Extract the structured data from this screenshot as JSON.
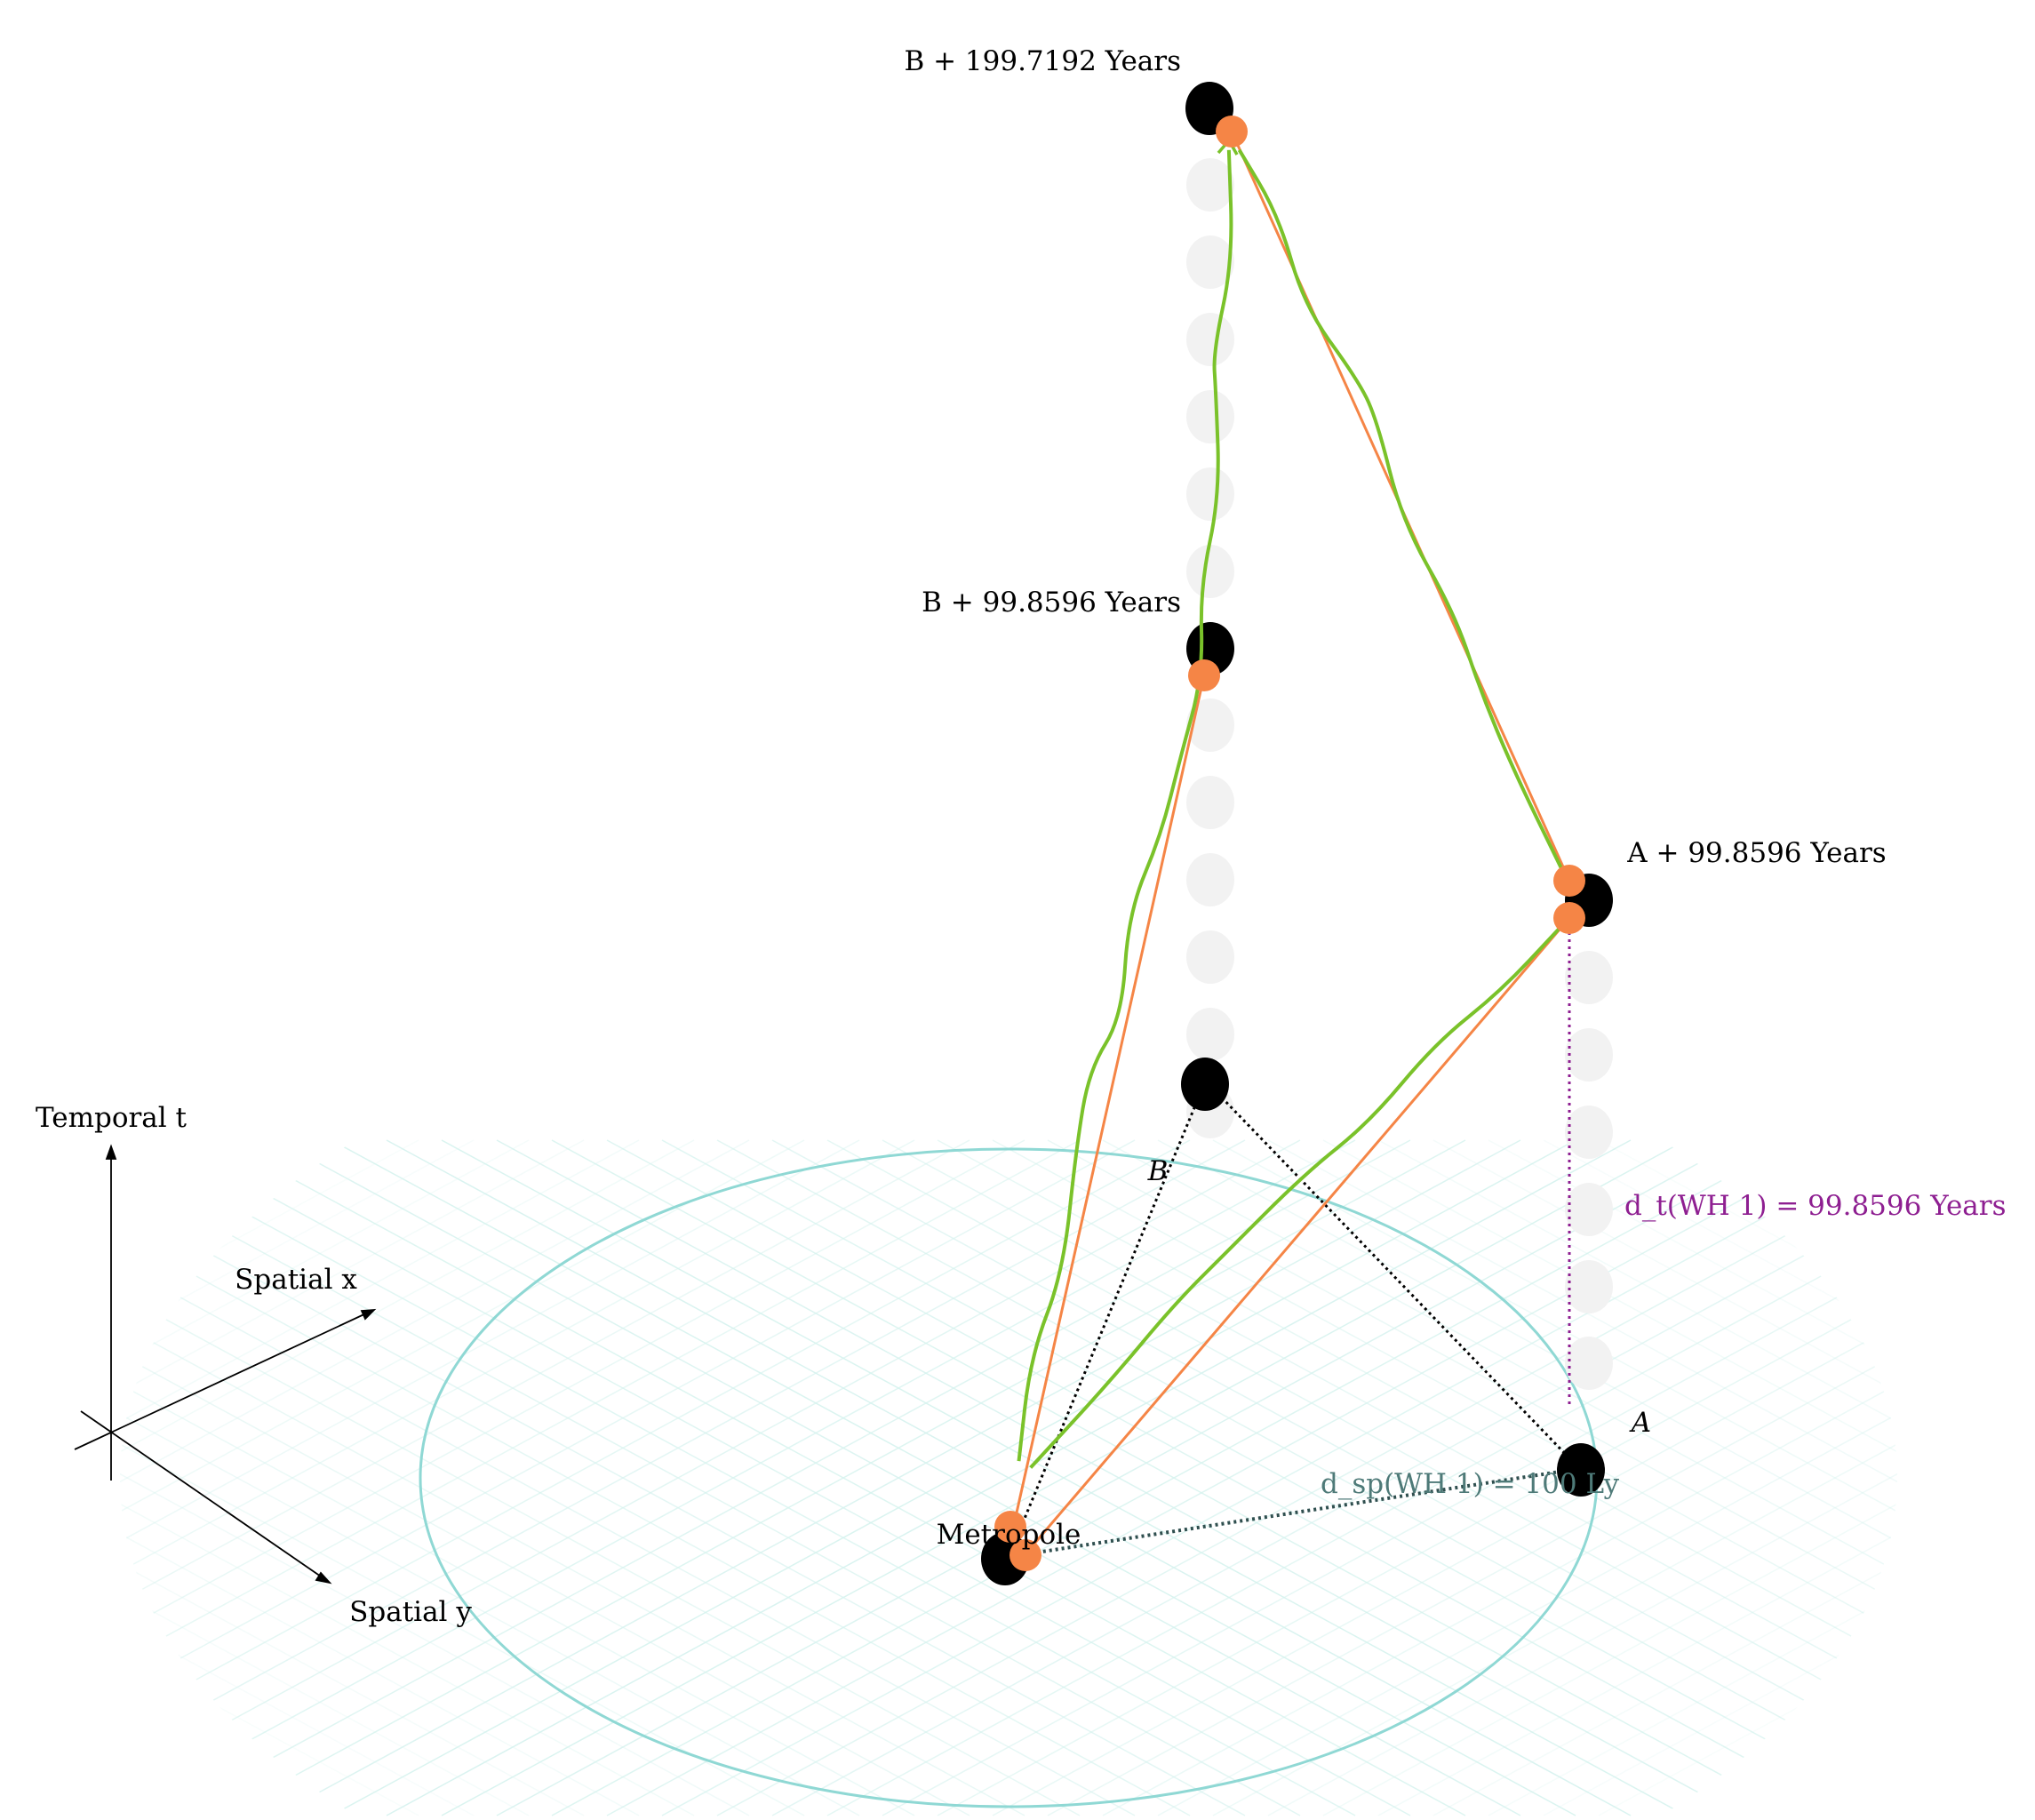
{
  "axes": {
    "temporal": "Temporal t",
    "spatial_x": "Spatial x",
    "spatial_y": "Spatial y"
  },
  "points": {
    "metropole": "Metropole",
    "a": "A",
    "b": "B",
    "a_plus": "A + 99.8596 Years",
    "b_plus": "B + 99.8596 Years",
    "b_plus2": "B + 199.7192 Years"
  },
  "measures": {
    "spatial_distance": "d_sp(WH 1) = 100 Ly",
    "temporal_distance": "d_t(WH 1) = 99.8596 Years"
  },
  "colors": {
    "node": "#000000",
    "ghost": "#f2f2f2",
    "traveler": "#f58546",
    "path": "#7ac22a",
    "circle": "#8fd8d4",
    "grid": "#d5f2ee",
    "temporal": "#8e1f91",
    "spatial": "#4e7a78"
  }
}
